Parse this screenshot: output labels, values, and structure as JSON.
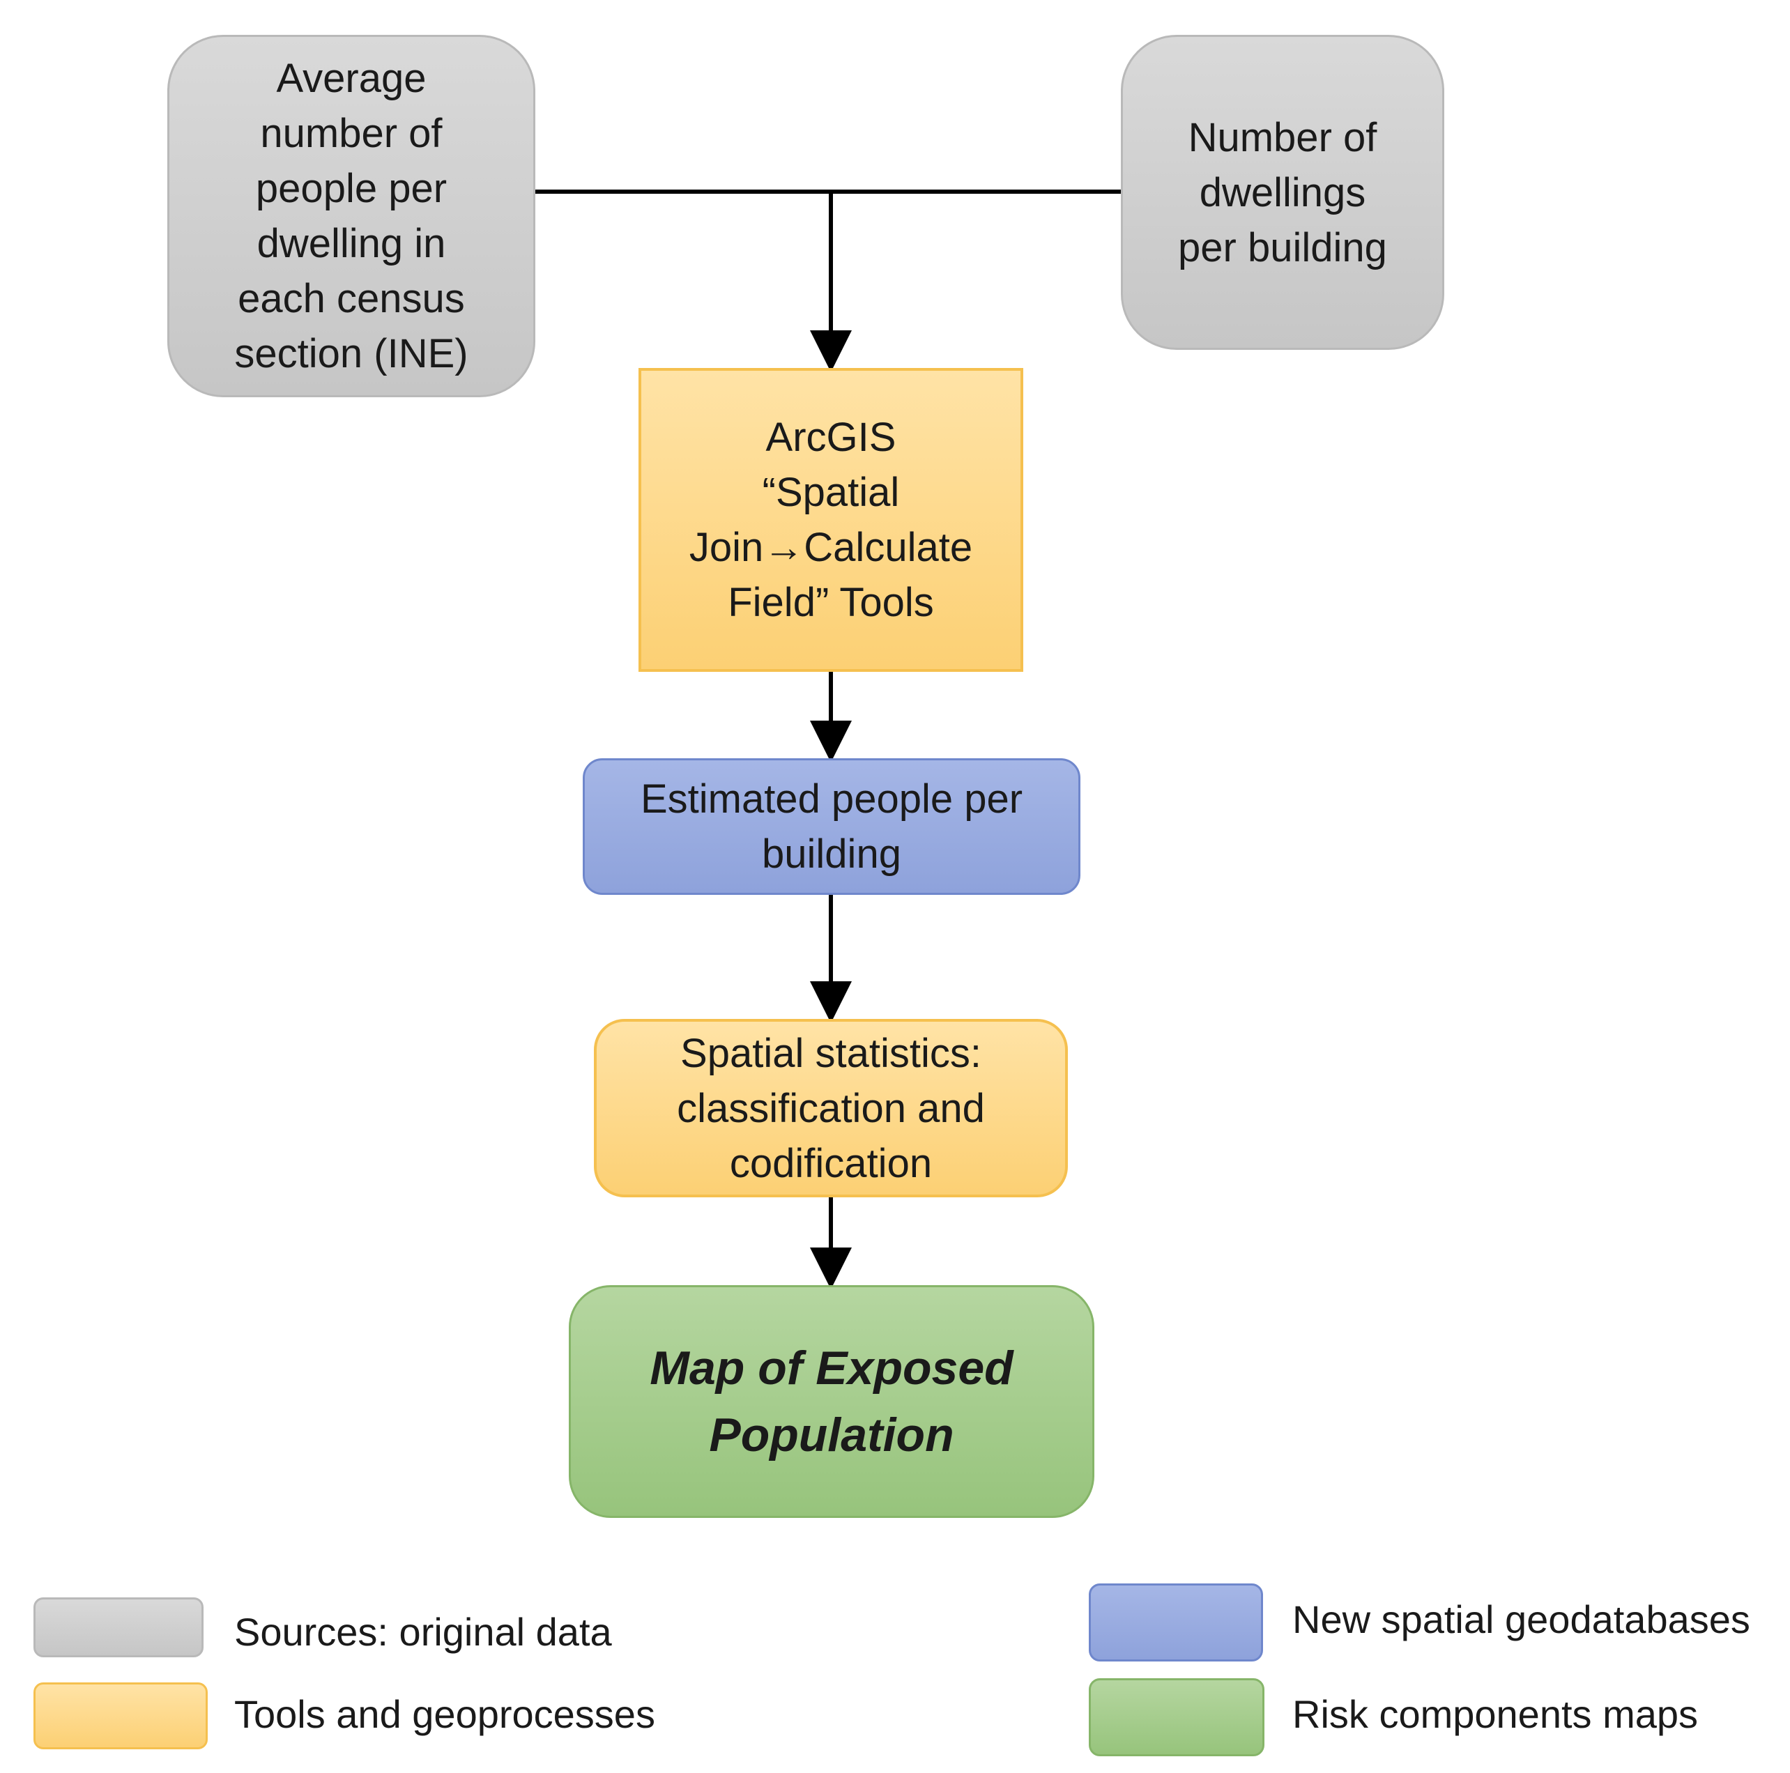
{
  "diagram": {
    "nodes": [
      {
        "id": "n1",
        "text": "Average\nnumber of\npeople per\ndwelling in\neach census\nsection (INE)",
        "category": "sources"
      },
      {
        "id": "n2",
        "text": "Number of\ndwellings\nper building",
        "category": "sources"
      },
      {
        "id": "n3",
        "text": "ArcGIS\n“Spatial\nJoin→Calculate\nField” Tools",
        "category": "tools"
      },
      {
        "id": "n4",
        "text": "Estimated people per\nbuilding",
        "category": "databases"
      },
      {
        "id": "n5",
        "text": "Spatial statistics:\nclassification and\ncodification",
        "category": "tools"
      },
      {
        "id": "n6",
        "text": "Map of Exposed\nPopulation",
        "category": "maps"
      }
    ],
    "edges": [
      {
        "from": "n1",
        "to": "n3"
      },
      {
        "from": "n2",
        "to": "n3"
      },
      {
        "from": "n3",
        "to": "n4"
      },
      {
        "from": "n4",
        "to": "n5"
      },
      {
        "from": "n5",
        "to": "n6"
      }
    ]
  },
  "legend": {
    "sources": "Sources: original data",
    "tools": "Tools and geoprocesses",
    "databases": "New spatial geodatabases",
    "maps": "Risk components maps"
  },
  "colors": {
    "sources": "#c9c9c9",
    "tools": "#fcd27a",
    "databases": "#94a7dd",
    "maps": "#a3cc8a",
    "edge": "#000000"
  }
}
